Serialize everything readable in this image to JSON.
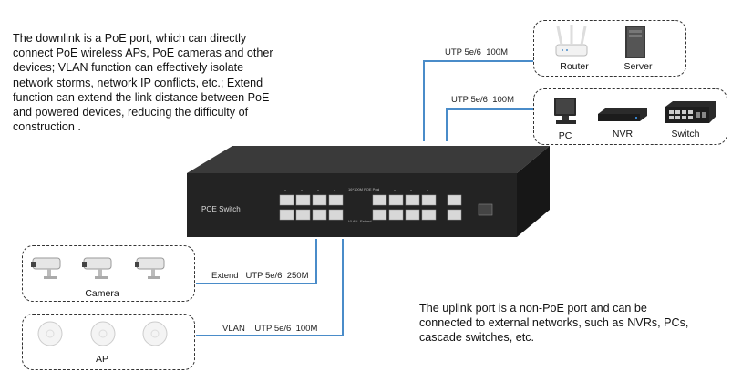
{
  "description_top": "The downlink is a PoE port, which can directly connect PoE wireless APs, PoE cameras and other devices; VLAN function can effectively isolate network storms, network IP conflicts, etc.; Extend function can extend the link distance between PoE and powered devices, reducing the difficulty of construction .",
  "description_bottom": "The uplink port is a non-PoE port and can be connected to external networks, such as NVRs, PCs, cascade switches, etc.",
  "switch": {
    "label": "POE Switch",
    "tiny_title": "16*100M POE Port",
    "tiny_vlan": "VLAN",
    "tiny_extend": "Extend"
  },
  "links": {
    "uplink_1": "UTP 5e/6  100M",
    "uplink_2": "UTP 5e/6  100M",
    "extend": "Extend   UTP 5e/6  250M",
    "vlan": "VLAN    UTP 5e/6  100M"
  },
  "devices": {
    "router": "Router",
    "server": "Server",
    "pc": "PC",
    "nvr": "NVR",
    "switch": "Switch",
    "camera": "Camera",
    "ap": "AP"
  },
  "colors": {
    "wire": "#4a8cc9",
    "chassis": "#2a2a2a"
  }
}
